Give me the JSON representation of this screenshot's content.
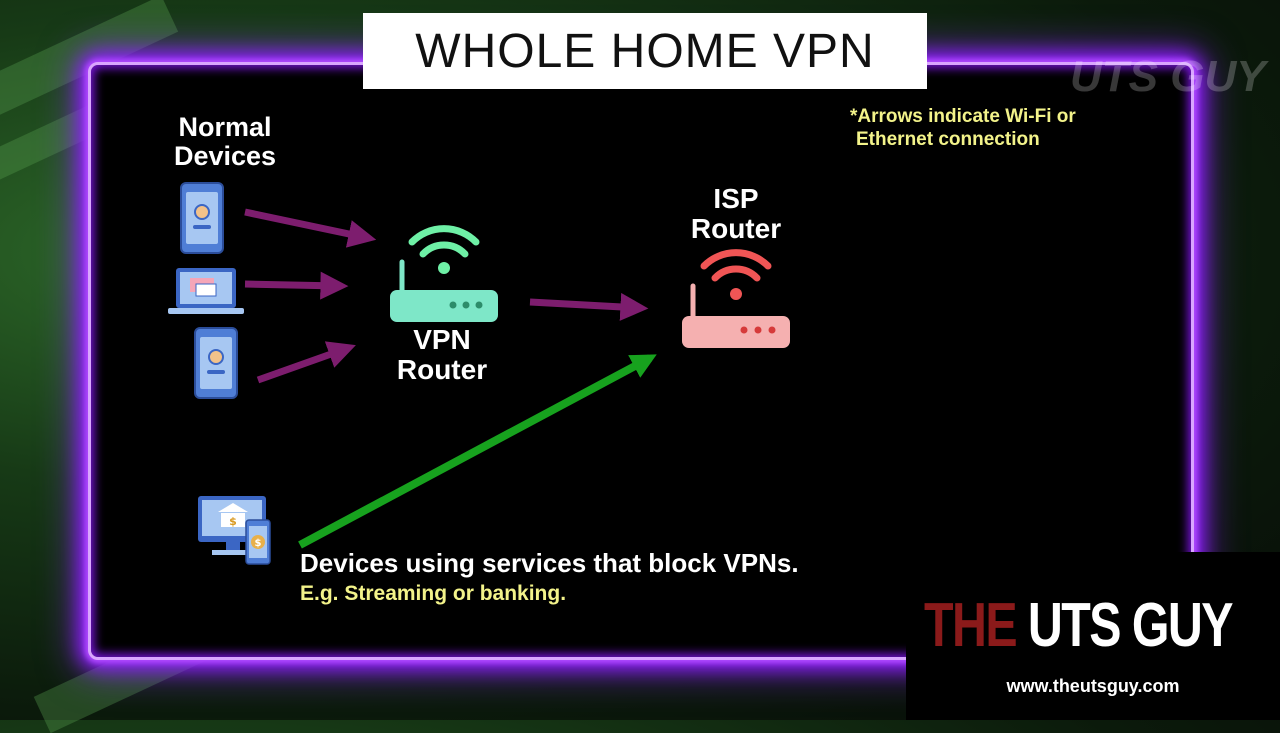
{
  "title": "WHOLE HOME VPN",
  "labels": {
    "normal_devices_line1": "Normal",
    "normal_devices_line2": "Devices",
    "vpn_router_line1": "VPN",
    "vpn_router_line2": "Router",
    "isp_router_line1": "ISP",
    "isp_router_line2": "Router"
  },
  "note": {
    "line1": "*Arrows indicate Wi-Fi or",
    "line2": "Ethernet connection"
  },
  "blocked": {
    "main": "Devices using services that block VPNs.",
    "example": "E.g. Streaming or banking."
  },
  "logo": {
    "the": "THE",
    "rest": "UTS GUY",
    "url": "www.theutsguy.com"
  },
  "icons": {
    "normal_devices": [
      "phone-icon",
      "laptop-icon",
      "phone-icon"
    ],
    "vpn_router": "wifi-router-icon",
    "isp_router": "wifi-router-icon",
    "blocked_devices": "bank-desktop-phone-icon"
  },
  "colors": {
    "frame_glow": "#b34dff",
    "arrow_purple": "#7d1d6e",
    "arrow_green": "#17a21e",
    "vpn_router": "#7ee7c8",
    "isp_router": "#f5b0b0",
    "note_yellow": "#f3f38a"
  }
}
